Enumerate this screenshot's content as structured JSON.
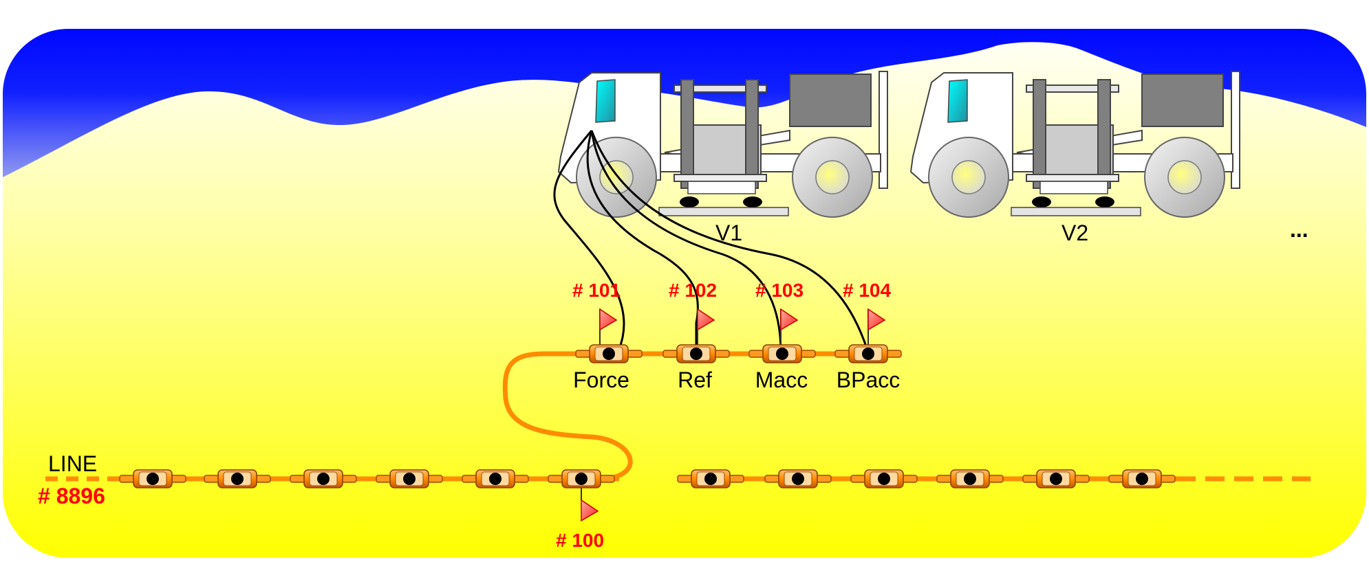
{
  "vehicles": [
    {
      "label": "V1"
    },
    {
      "label": "V2"
    }
  ],
  "more_indicator": "...",
  "line": {
    "label": "LINE",
    "number": "# 8896"
  },
  "flags": [
    {
      "id": "# 100"
    },
    {
      "id": "# 101"
    },
    {
      "id": "# 102"
    },
    {
      "id": "# 103"
    },
    {
      "id": "# 104"
    }
  ],
  "sensors": [
    {
      "label": "Force"
    },
    {
      "label": "Ref"
    },
    {
      "label": "Macc"
    },
    {
      "label": "BPacc"
    }
  ],
  "colors": {
    "sky": "#0010ff",
    "ground": "#ffff00",
    "cable": "#ff8c00",
    "flag": "#ff4040",
    "label_red": "#ff0000"
  }
}
